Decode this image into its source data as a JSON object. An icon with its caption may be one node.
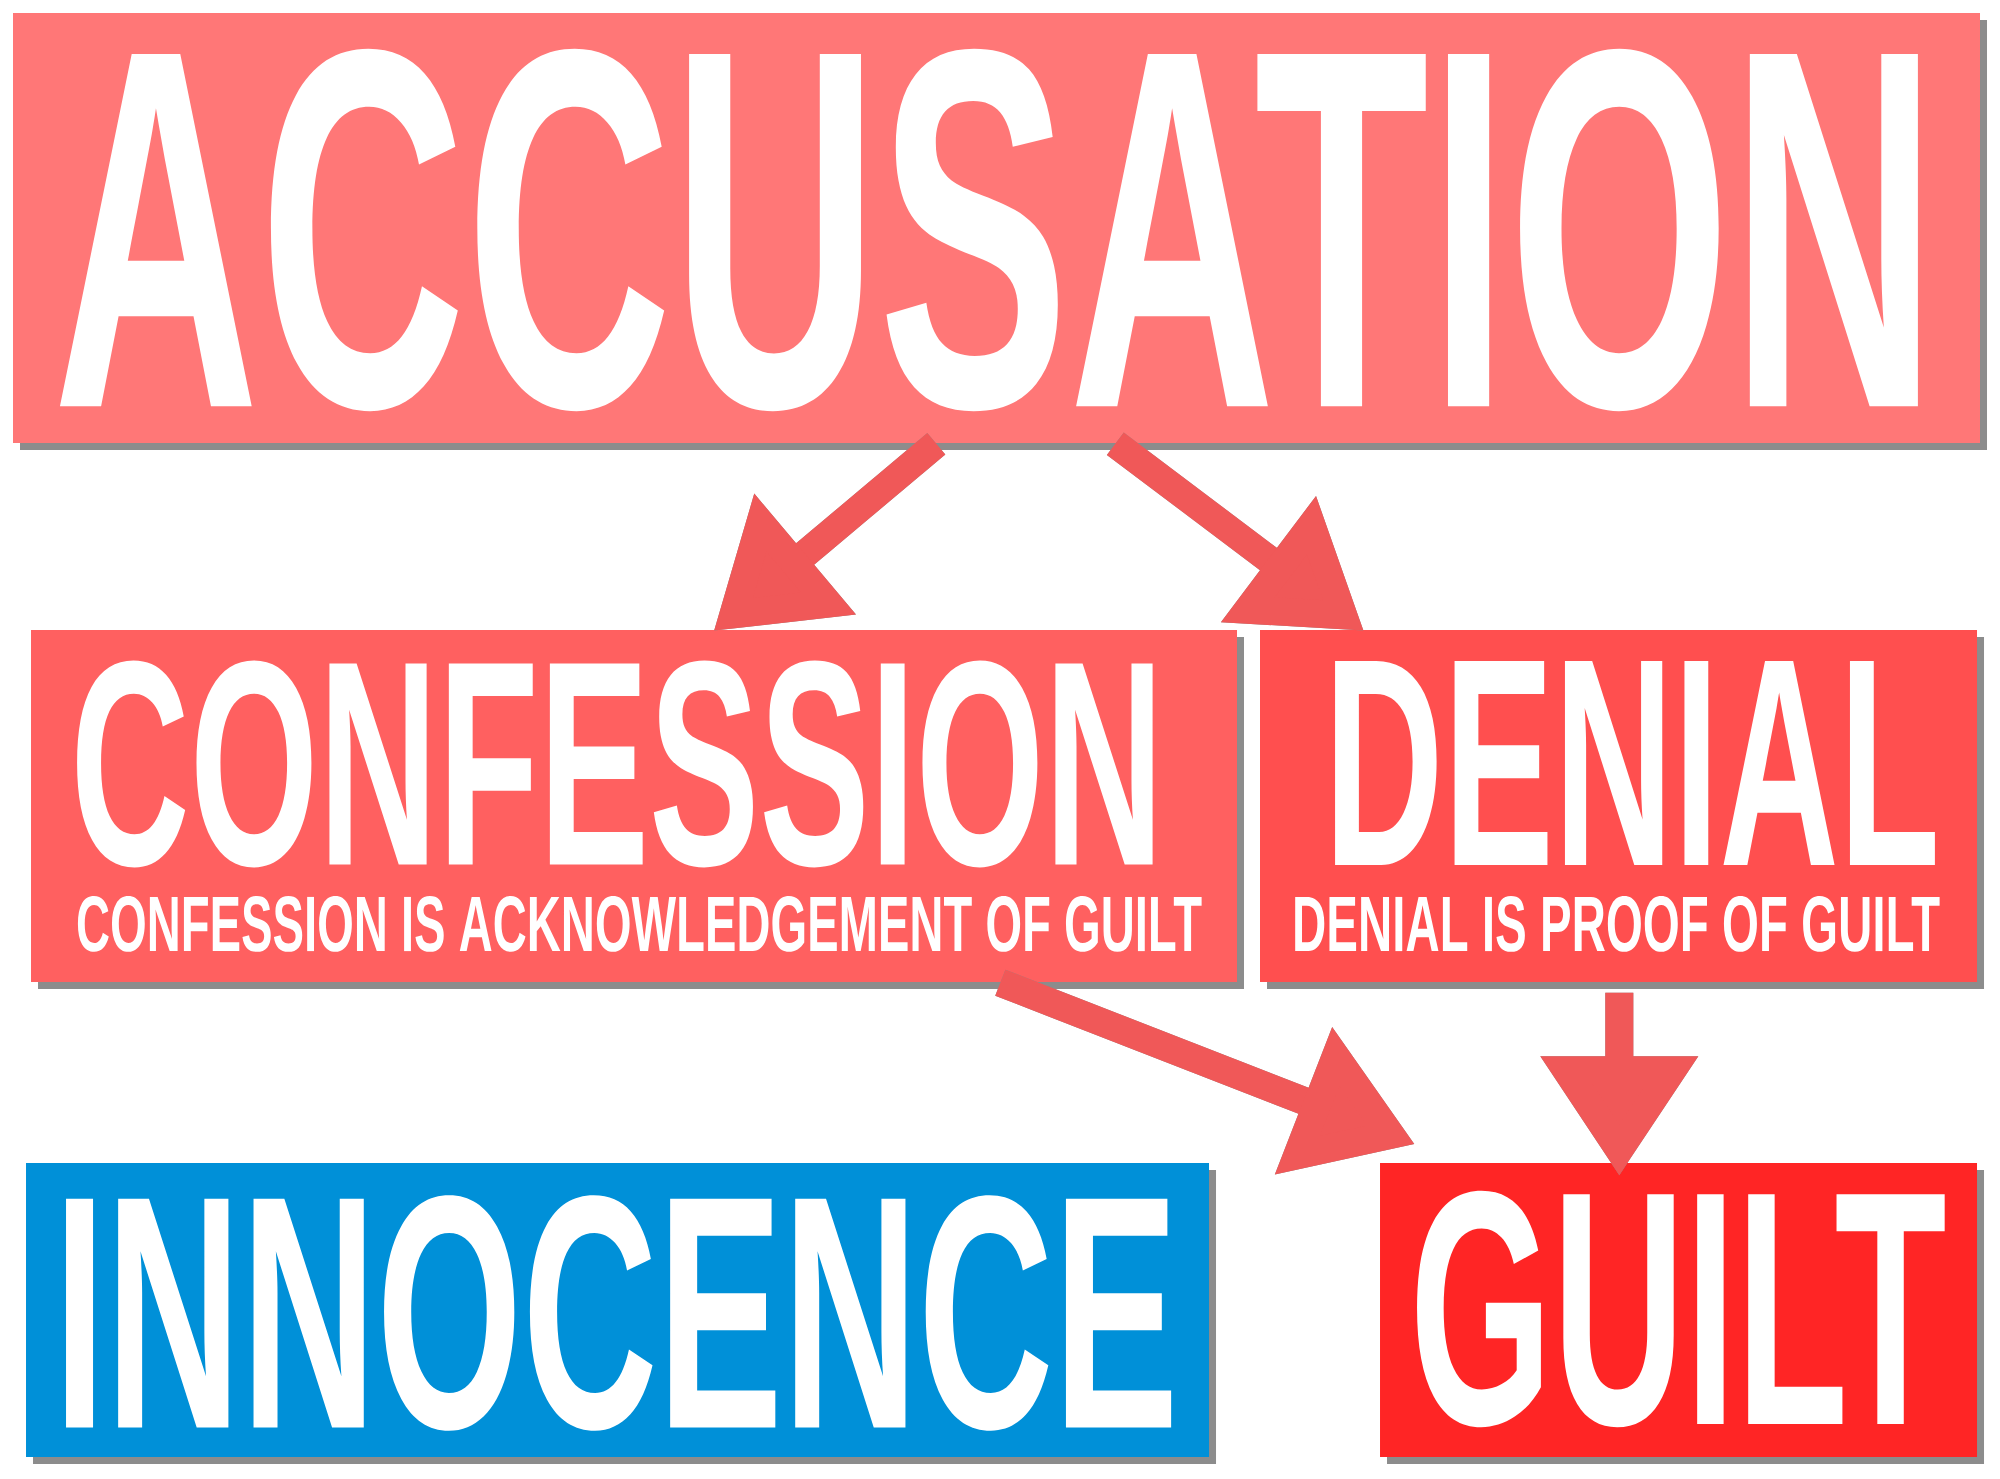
{
  "diagram": {
    "nodes": [
      {
        "text": [
          "ACCUSATION"
        ]
      },
      {
        "text": [
          "CONFESSION",
          "CONFESSION IS ACKNOWLEDGEMENT OF GUILT"
        ]
      },
      {
        "text": [
          "DENIAL",
          "DENIAL IS PROOF OF GUILT"
        ]
      },
      {
        "text": [
          "INNOCENCE"
        ]
      },
      {
        "text": [
          "GUILT"
        ]
      }
    ],
    "edges": [
      {
        "from": 0,
        "to": 1,
        "arrow": "to"
      },
      {
        "from": 0,
        "to": 2,
        "arrow": "to"
      },
      {
        "from": 1,
        "to": 4,
        "arrow": "to"
      },
      {
        "from": 2,
        "to": 4,
        "arrow": "to"
      }
    ]
  }
}
